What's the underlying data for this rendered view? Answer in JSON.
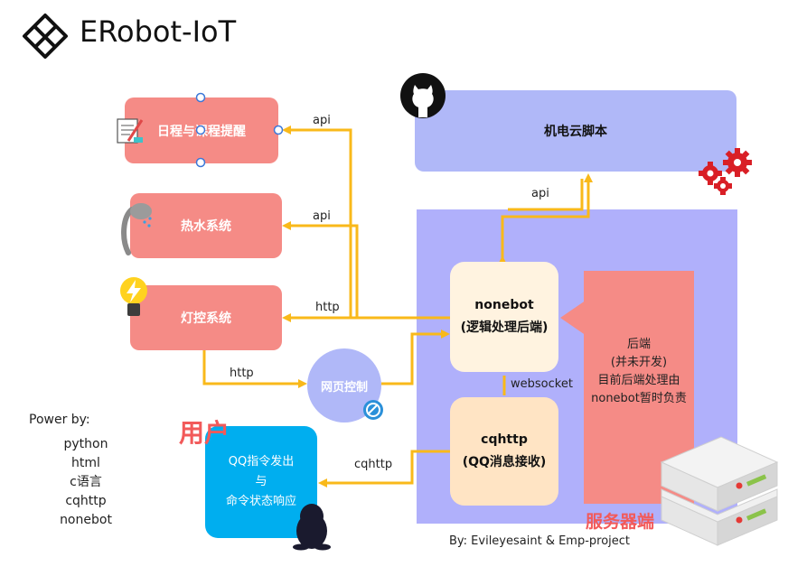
{
  "header": {
    "title": "ERobot-IoT"
  },
  "nodes": {
    "schedule": "日程与课程提醒",
    "water": "热水系统",
    "light": "灯控系统",
    "web": "网页控制",
    "script": "机电云脚本",
    "nonebot_line1": "nonebot",
    "nonebot_line2": "(逻辑处理后端)",
    "cqhttp_line1": "cqhttp",
    "cqhttp_line2": "(QQ消息接收)",
    "backend_line1": "后端",
    "backend_line2": "(并未开发)",
    "backend_line3": "目前后端处理由",
    "backend_line4": "nonebot暂时负责",
    "user_line1": "QQ指令发出",
    "user_line2": "与",
    "user_line3": "命令状态响应"
  },
  "labels": {
    "api1": "api",
    "api2": "api",
    "api3": "api",
    "http1": "http",
    "http2": "http",
    "websocket": "websocket",
    "cqhttp": "cqhttp",
    "user": "用户",
    "server": "服务器端"
  },
  "powered": {
    "heading": "Power by:",
    "items": [
      "python",
      "html",
      "c语言",
      "cqhttp",
      "nonebot"
    ]
  },
  "footer": {
    "credit": "By:  Evileyesaint & Emp-project"
  },
  "colors": {
    "salmon": "#f58b86",
    "periwinkle": "#b0b8f8",
    "server_bg": "#b0b0fb",
    "cream": "#fff3e0",
    "peach": "#ffe4c4",
    "user_blue": "#00aeef",
    "wire": "#f9b91a",
    "accent_red": "#f25a5a"
  }
}
